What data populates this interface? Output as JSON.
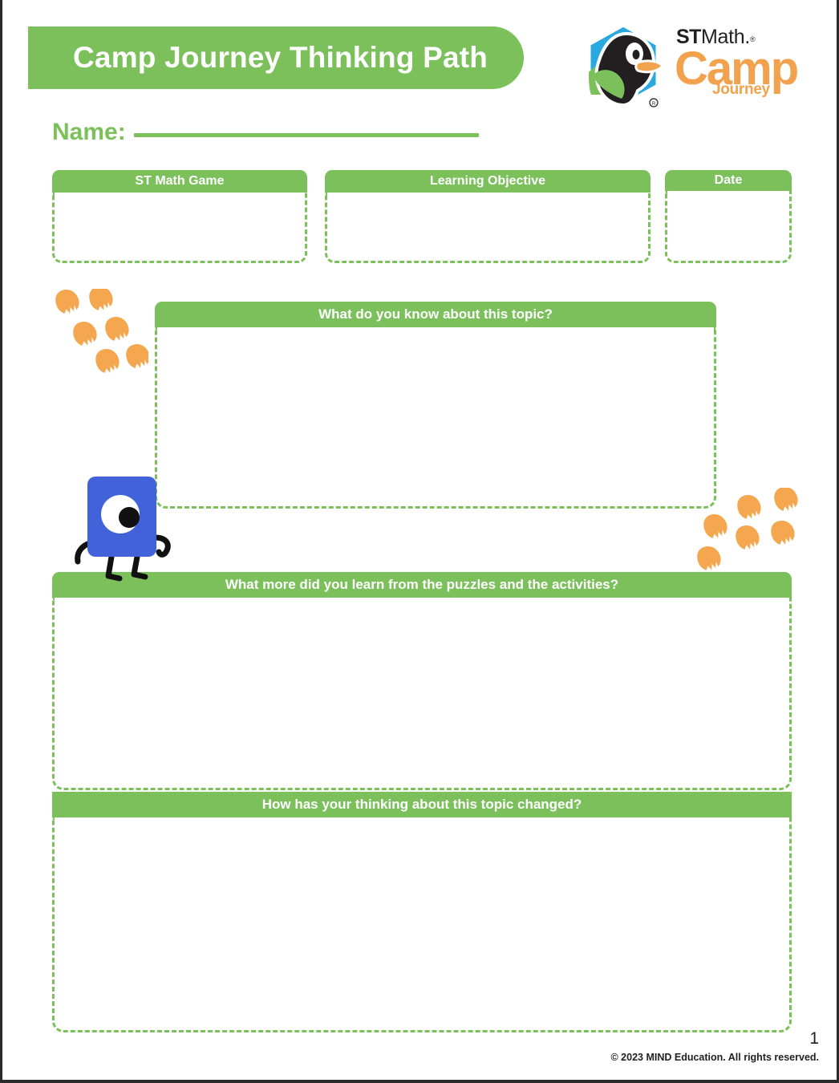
{
  "document": {
    "title": "Camp Journey Thinking Path",
    "background_color": "#ffffff",
    "accent_green": "#7cc05c",
    "accent_orange": "#f2a24c",
    "character_blue": "#4162d9"
  },
  "header": {
    "banner_title": "Camp Journey Thinking Path",
    "logo": {
      "mark_name": "jiji-penguin-hexagon-logo",
      "brand_st": "ST",
      "brand_math": "Math",
      "brand_period": ".",
      "registered_mark": "®",
      "camp": "Camp",
      "journey": "Journey"
    }
  },
  "name_field": {
    "label": "Name:",
    "value": "",
    "placeholder": ""
  },
  "fields": [
    {
      "key": "st_math_game",
      "label": "ST Math Game",
      "value": "",
      "placeholder": ""
    },
    {
      "key": "learning_objective",
      "label": "Learning Objective",
      "value": "",
      "placeholder": ""
    },
    {
      "key": "date",
      "label": "Date",
      "value": "",
      "placeholder": ""
    }
  ],
  "questions": [
    {
      "key": "prior_knowledge",
      "label": "What do you know about this topic?",
      "value": "",
      "placeholder": ""
    },
    {
      "key": "new_learning",
      "label": "What more did you learn from the puzzles and the activities?",
      "value": "",
      "placeholder": ""
    },
    {
      "key": "thinking_changed",
      "label": "How has your thinking about this topic changed?",
      "value": "",
      "placeholder": ""
    }
  ],
  "decorations": {
    "character": "jiji-blue-square-character",
    "footprints_left": "penguin-footprints-trail",
    "footprints_right": "penguin-footprints-trail",
    "footprint_count_left": 6,
    "footprint_count_right": 6
  },
  "footer": {
    "page_number": "1",
    "copyright": "© 2023 MIND Education. All rights reserved."
  }
}
